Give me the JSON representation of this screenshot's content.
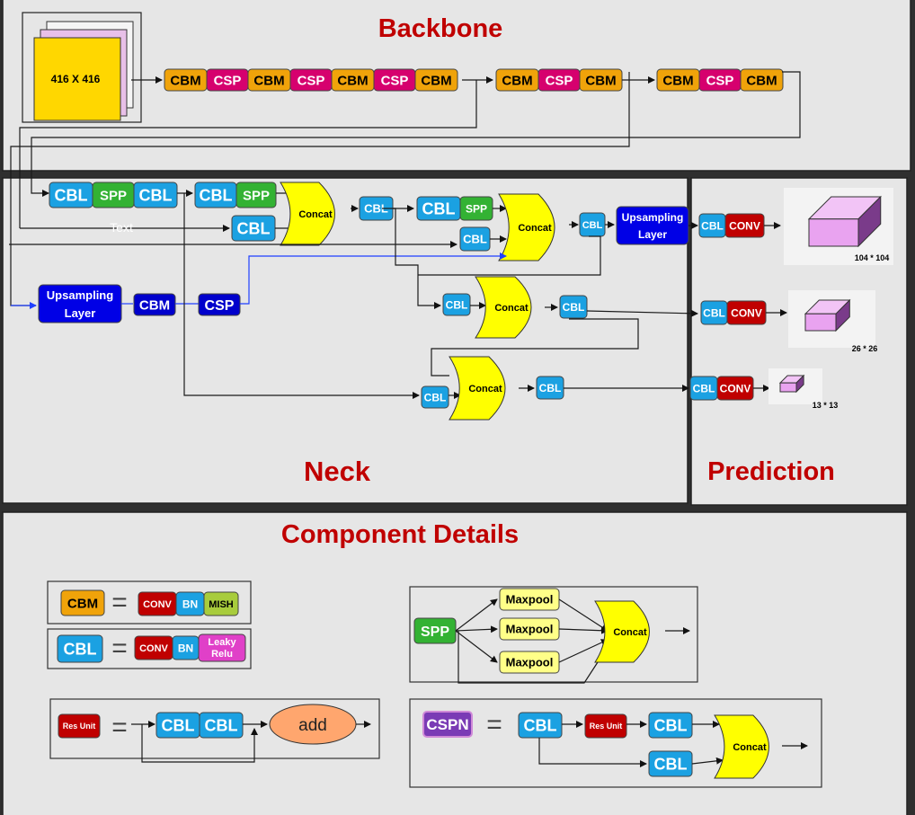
{
  "sections": {
    "backbone": "Backbone",
    "neck": "Neck",
    "prediction": "Prediction",
    "components": "Component Details"
  },
  "input": {
    "size": "416 X 416"
  },
  "backbone_chain": [
    "CBM",
    "CSP",
    "CBM",
    "CSP",
    "CBM",
    "CSP",
    "CBM",
    "CBM",
    "CSP",
    "CBM",
    "CBM",
    "CSP",
    "CBM"
  ],
  "neck": {
    "ghost_text": "Text",
    "cbl": "CBL",
    "spp": "SPP",
    "concat": "Concat",
    "upsampling": [
      "Upsampling",
      "Layer"
    ],
    "cbm": "CBM",
    "csp": "CSP"
  },
  "prediction": {
    "conv": "CONV",
    "sizes": [
      "104 * 104",
      "26 * 26",
      "13 * 13"
    ]
  },
  "components": {
    "cbm": {
      "name": "CBM",
      "parts": [
        "CONV",
        "BN",
        "MISH"
      ]
    },
    "cbl": {
      "name": "CBL",
      "parts": [
        "CONV",
        "BN",
        "Leaky",
        "Relu"
      ]
    },
    "res_unit": {
      "name": "Res Unit",
      "add": "add"
    },
    "spp": {
      "name": "SPP",
      "maxpool": "Maxpool"
    },
    "cspn": {
      "name": "CSPN"
    },
    "equals": "="
  },
  "colors": {
    "cbm": "#f0a30a",
    "csp": "#d6006e",
    "cbl": "#1ba1e2",
    "spp": "#33b233",
    "concat": "#ffff00",
    "upsampling": "#0000e6",
    "conv": "#c00000",
    "mish": "#a8cc3c",
    "leaky": "#e040c8",
    "add": "#ffa66e",
    "cube": "#e9a3f0"
  }
}
